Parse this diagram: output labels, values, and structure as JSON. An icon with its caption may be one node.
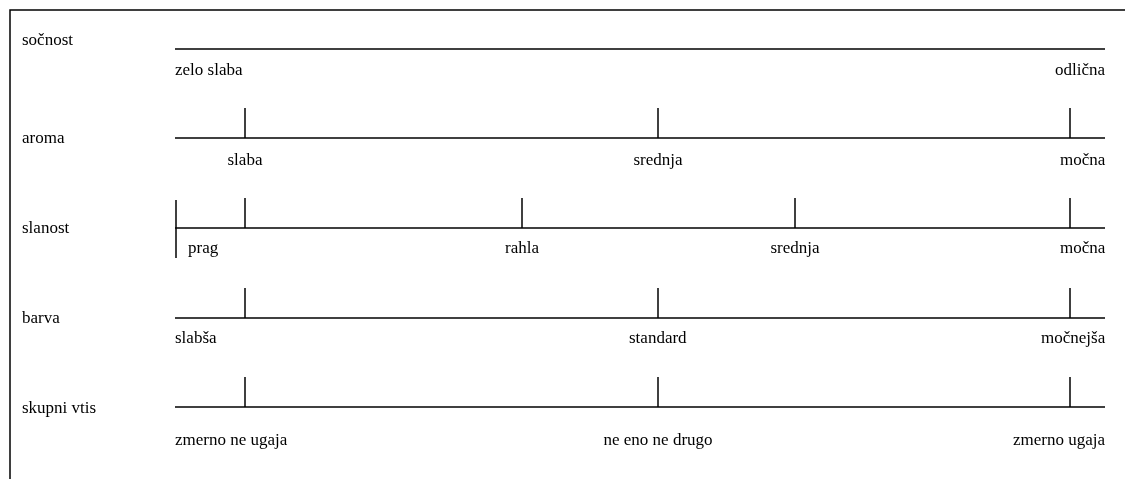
{
  "diagram": {
    "labels": [
      "sočnost",
      "zelo slaba",
      "odlična",
      "aroma",
      "slaba",
      "srednja",
      "močna",
      "slanost",
      "prag",
      "rahla",
      "srednja",
      "močna",
      "barva",
      "slabša",
      "standard",
      "močnejša",
      "skupni vtis",
      "zmerno ne ugaja",
      "ne eno ne drugo",
      "zmerno ugaja"
    ]
  }
}
